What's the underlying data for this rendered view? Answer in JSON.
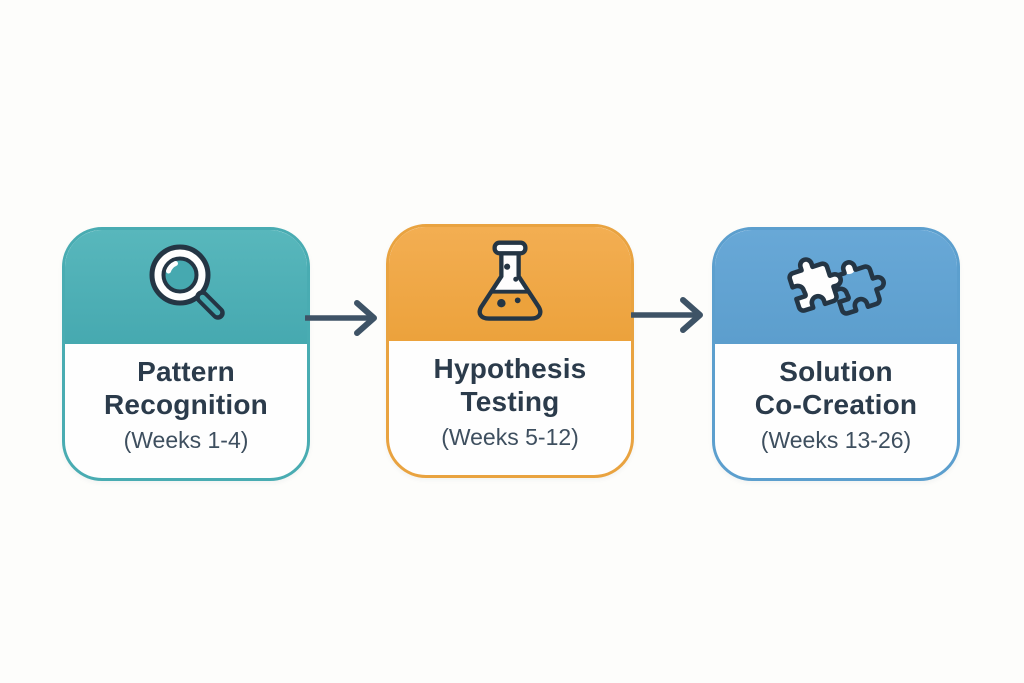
{
  "diagram": {
    "type": "process-flow",
    "direction": "left-to-right",
    "step_count": 3
  },
  "colors": {
    "page_background": "#FDFDFB",
    "card_background": "#FEFEFE",
    "title_text": "#2B3B4B",
    "weeks_text": "#3E4F5F",
    "arrow": "#3E5366",
    "icon_outline": "#243544"
  },
  "steps": [
    {
      "title": "Pattern Recognition",
      "title_lines": [
        "Pattern",
        "Recognition"
      ],
      "weeks": "(Weeks 1-4)",
      "icon": "magnifier-icon",
      "border_color": "#49ACB2",
      "header_gradient": [
        "#58B7BC",
        "#46A9B0"
      ]
    },
    {
      "title": "Hypothesis Testing",
      "title_lines": [
        "Hypothesis",
        "Testing"
      ],
      "weeks": "(Weeks 5-12)",
      "icon": "flask-icon",
      "border_color": "#E9A340",
      "header_gradient": [
        "#F3AE52",
        "#ECA23C"
      ]
    },
    {
      "title": "Solution Co-Creation",
      "title_lines": [
        "Solution",
        "Co-Creation"
      ],
      "weeks": "(Weeks 13-26)",
      "icon": "puzzle-icon",
      "border_color": "#5C9FCE",
      "header_gradient": [
        "#68A8D7",
        "#5C9ECD"
      ]
    }
  ]
}
